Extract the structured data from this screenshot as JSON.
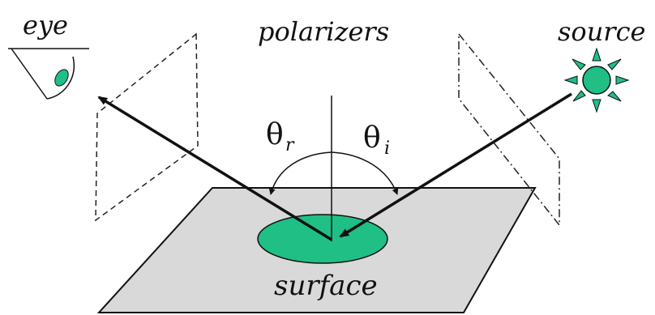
{
  "labels": {
    "eye": "eye",
    "polarizers": "polarizers",
    "source": "source",
    "surface": "surface",
    "theta_symbol": "θ",
    "reflected_subscript": "r",
    "incident_subscript": "i"
  },
  "colors": {
    "surface_fill": "#d9d9d9",
    "highlight_fill": "#1fbf86",
    "source_fill": "#1fbf86",
    "ink": "#111111"
  },
  "icons": {
    "eye": "eye-icon",
    "source": "sun-icon"
  }
}
